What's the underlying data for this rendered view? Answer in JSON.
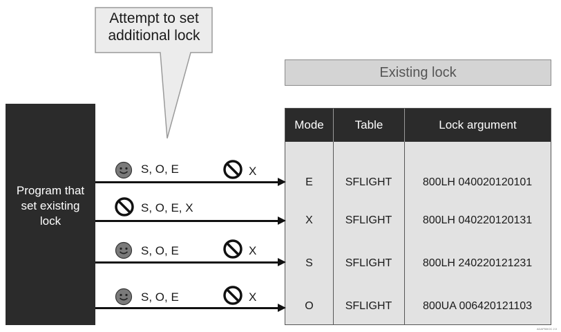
{
  "callout": {
    "line1": "Attempt to set",
    "line2": "additional lock"
  },
  "existing_lock_title": "Existing lock",
  "program_label": {
    "line1": "Program that",
    "line2": "set existing",
    "line3": "lock"
  },
  "table": {
    "headers": [
      "Mode",
      "Table",
      "Lock argument"
    ],
    "rows": [
      {
        "mode": "E",
        "table": "SFLIGHT",
        "arg": "800LH 040020120101"
      },
      {
        "mode": "X",
        "table": "SFLIGHT",
        "arg": "800LH 040220120131"
      },
      {
        "mode": "S",
        "table": "SFLIGHT",
        "arg": "800LH 240220121231"
      },
      {
        "mode": "O",
        "table": "SFLIGHT",
        "arg": "800UA 006420121103"
      }
    ]
  },
  "requests": [
    {
      "allowed_icon": "smiley-icon",
      "allowed": "S, O, E",
      "denied_icon": "prohibited-icon",
      "denied": "X"
    },
    {
      "denied_icon": "prohibited-icon",
      "denied": "S, O, E, X"
    },
    {
      "allowed_icon": "smiley-icon",
      "allowed": "S, O, E",
      "denied_icon": "prohibited-icon",
      "denied": "X"
    },
    {
      "allowed_icon": "smiley-icon",
      "allowed": "S, O, E",
      "denied_icon": "prohibited-icon",
      "denied": "X"
    }
  ],
  "colors": {
    "dark": "#2b2b2b",
    "bar": "#d4d4d4",
    "table_body": "#e2e2e2"
  },
  "watermark": "ADAP50IOC 2.0"
}
